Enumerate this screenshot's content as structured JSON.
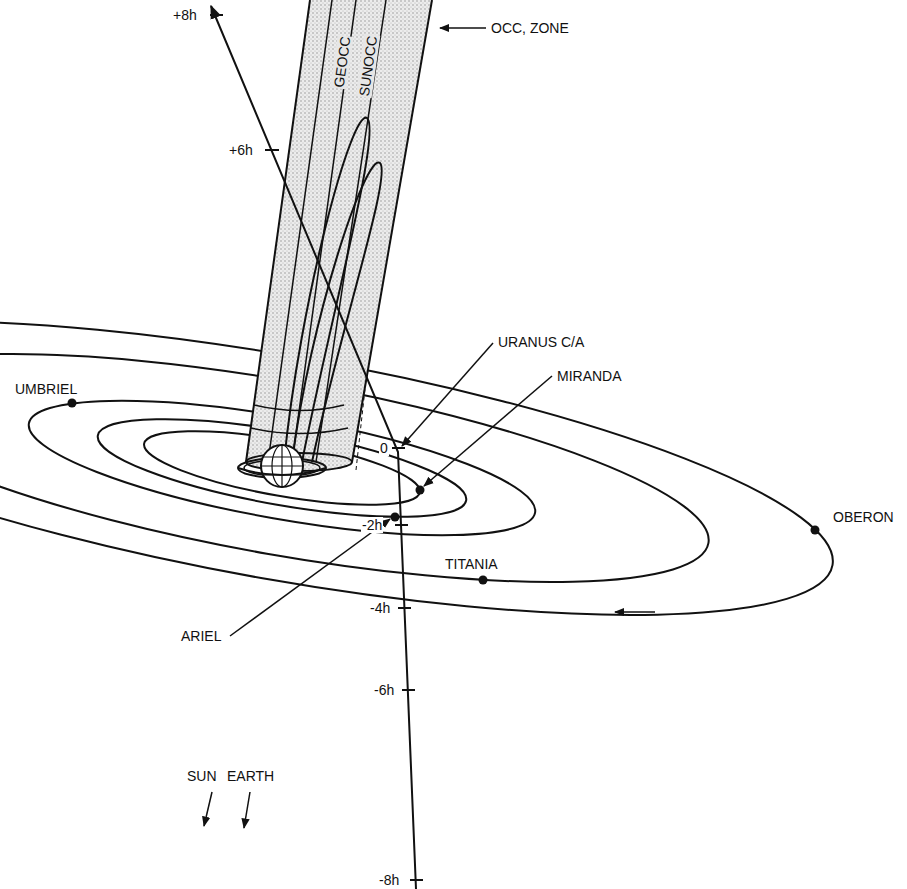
{
  "diagram": {
    "labels": [
      "+8h",
      "OCC, ZONE",
      "GEOCC",
      "SUNOCC",
      "+6h",
      "URANUS C/A",
      "MIRANDA",
      "UMBRIEL",
      "0",
      "OBERON",
      "ARIEL",
      "-2h",
      "TITANIA",
      "-4h",
      "SUN",
      "EARTH",
      "-6h",
      "-8h"
    ]
  }
}
